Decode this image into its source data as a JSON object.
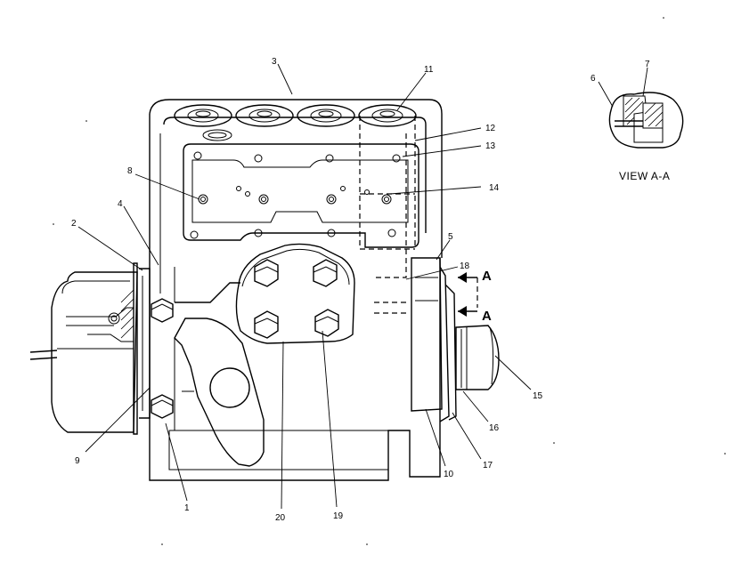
{
  "callouts": [
    {
      "label": "1"
    },
    {
      "label": "2"
    },
    {
      "label": "3"
    },
    {
      "label": "4"
    },
    {
      "label": "5"
    },
    {
      "label": "6"
    },
    {
      "label": "7"
    },
    {
      "label": "8"
    },
    {
      "label": "9"
    },
    {
      "label": "10"
    },
    {
      "label": "11"
    },
    {
      "label": "12"
    },
    {
      "label": "13"
    },
    {
      "label": "14"
    },
    {
      "label": "15"
    },
    {
      "label": "16"
    },
    {
      "label": "17"
    },
    {
      "label": "18"
    },
    {
      "label": "19"
    },
    {
      "label": "20"
    }
  ],
  "section_view": {
    "title": "VIEW A-A"
  },
  "section_markers": [
    {
      "label": "A"
    },
    {
      "label": "A"
    }
  ]
}
